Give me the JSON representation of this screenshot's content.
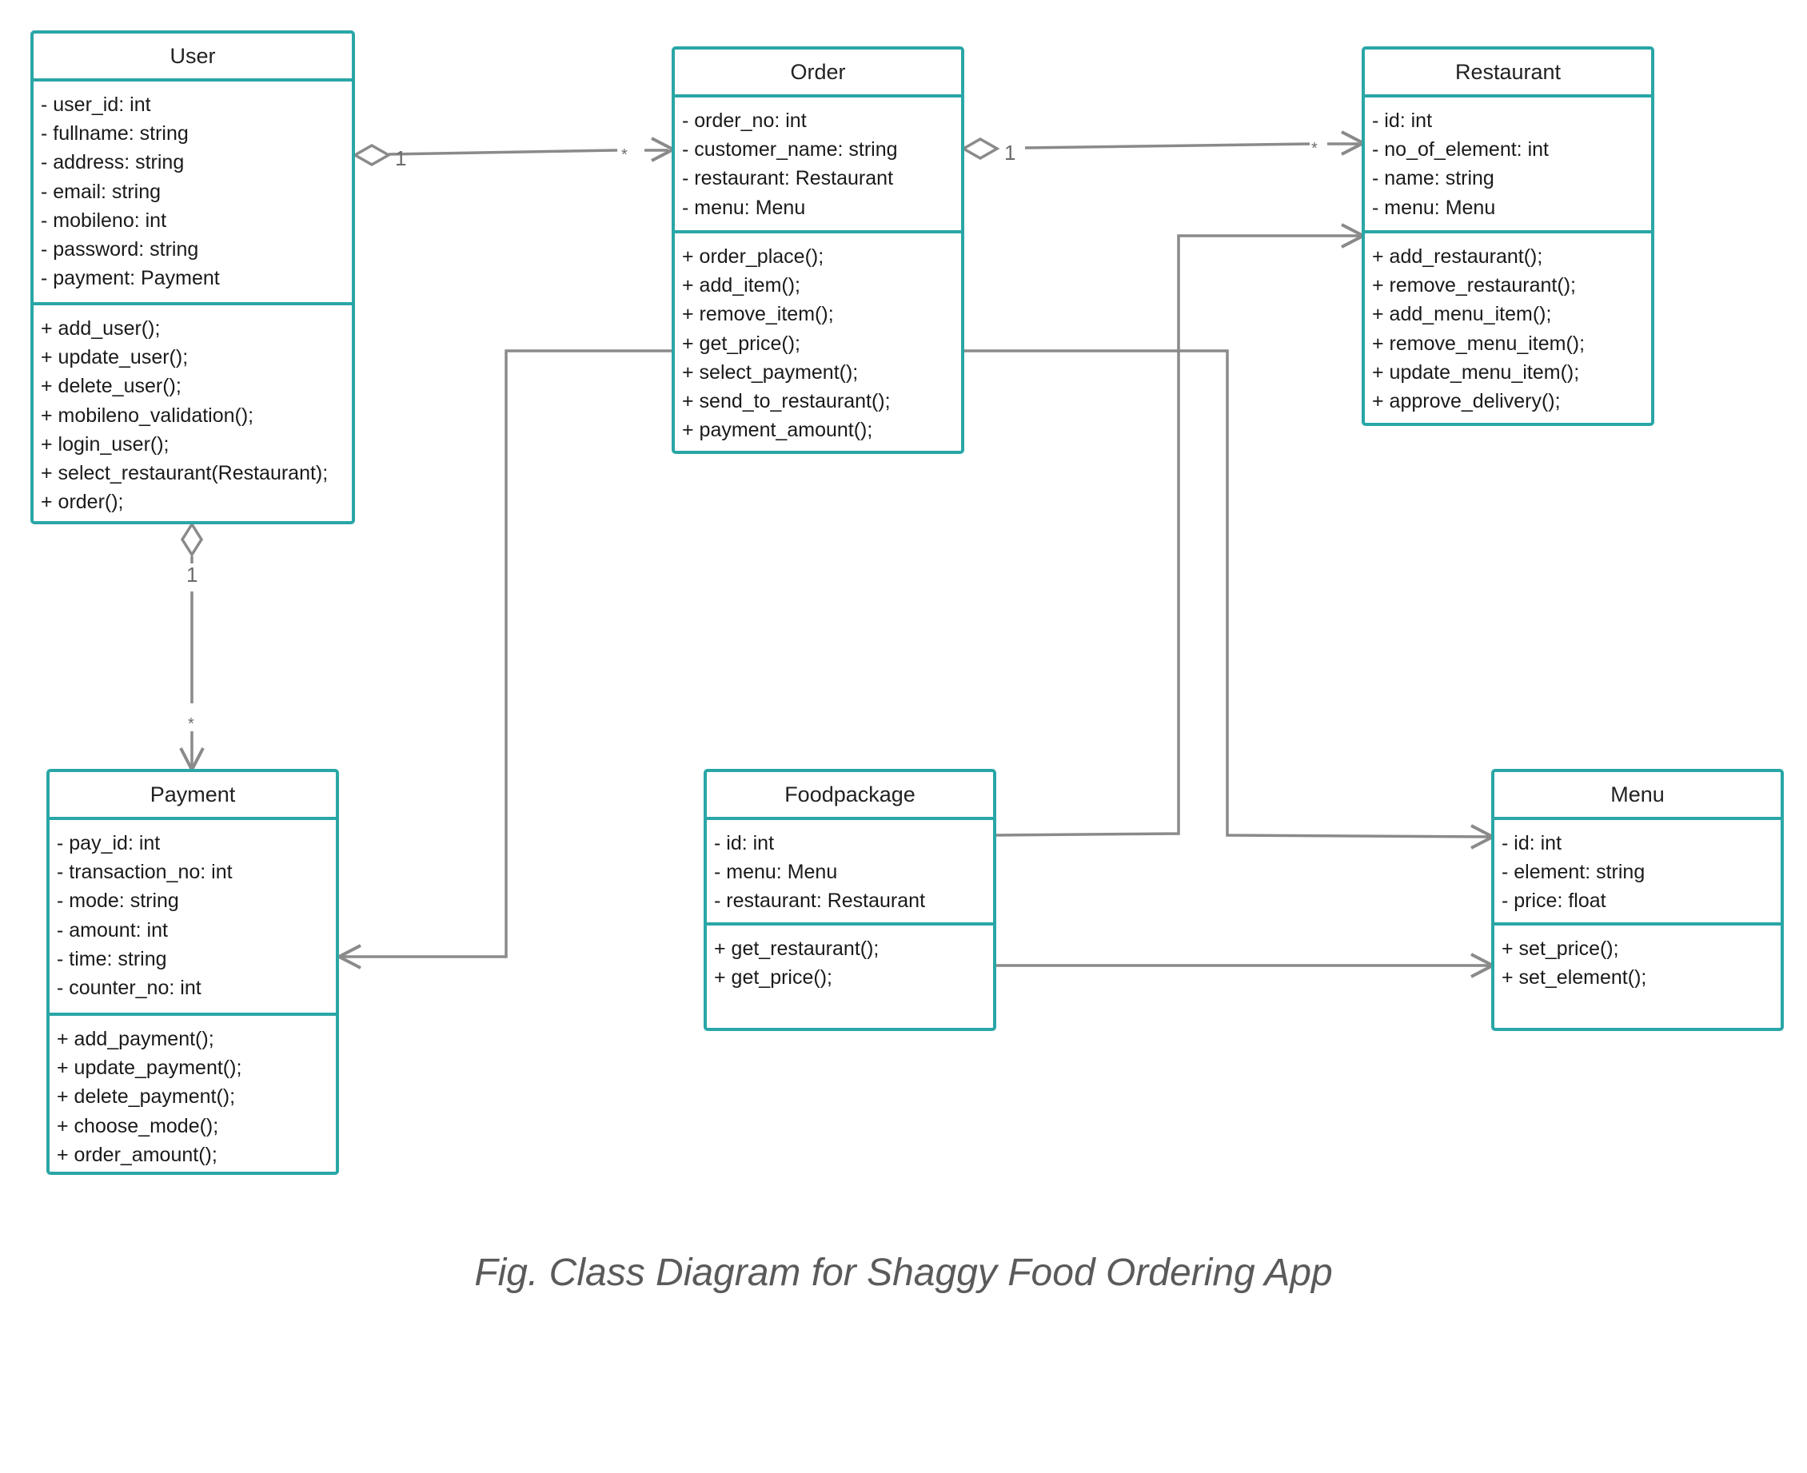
{
  "caption": "Fig. Class Diagram for Shaggy Food Ordering App",
  "colors": {
    "class_border": "#2aa6a6",
    "connector": "#8a8a8a",
    "text": "#1a1a1a"
  },
  "classes": {
    "user": {
      "name": "User",
      "attributes": [
        "- user_id: int",
        "- fullname: string",
        "- address: string",
        "- email: string",
        "- mobileno: int",
        "- password: string",
        "- payment: Payment"
      ],
      "methods": [
        "+ add_user();",
        "+ update_user();",
        "+ delete_user();",
        "+ mobileno_validation();",
        "+ login_user();",
        "+ select_restaurant(Restaurant);",
        "+ order();"
      ]
    },
    "order": {
      "name": "Order",
      "attributes": [
        "- order_no: int",
        "- customer_name: string",
        "- restaurant: Restaurant",
        "- menu: Menu"
      ],
      "methods": [
        "+ order_place();",
        "+ add_item();",
        "+ remove_item();",
        "+ get_price();",
        "+ select_payment();",
        "+ send_to_restaurant();",
        "+ payment_amount();"
      ]
    },
    "restaurant": {
      "name": "Restaurant",
      "attributes": [
        "- id: int",
        "- no_of_element: int",
        "- name: string",
        "- menu: Menu"
      ],
      "methods": [
        "+ add_restaurant();",
        "+ remove_restaurant();",
        "+ add_menu_item();",
        "+ remove_menu_item();",
        "+ update_menu_item();",
        "+ approve_delivery();"
      ]
    },
    "payment": {
      "name": "Payment",
      "attributes": [
        "- pay_id: int",
        "- transaction_no: int",
        "- mode: string",
        "- amount: int",
        "- time: string",
        "- counter_no: int"
      ],
      "methods": [
        "+ add_payment();",
        "+ update_payment();",
        "+ delete_payment();",
        "+ choose_mode();",
        "+ order_amount();"
      ]
    },
    "foodpackage": {
      "name": "Foodpackage",
      "attributes": [
        "- id: int",
        "- menu: Menu",
        "- restaurant: Restaurant"
      ],
      "methods": [
        "+ get_restaurant();",
        "+ get_price();"
      ]
    },
    "menu": {
      "name": "Menu",
      "attributes": [
        "- id: int",
        "- element: string",
        "- price: float"
      ],
      "methods": [
        "+ set_price();",
        "+ set_element();"
      ]
    }
  },
  "multiplicities": {
    "user_order_source": "1",
    "user_order_target": "*",
    "order_restaurant_source": "1",
    "order_restaurant_target": "*",
    "user_payment_source": "1",
    "user_payment_target": "*"
  }
}
